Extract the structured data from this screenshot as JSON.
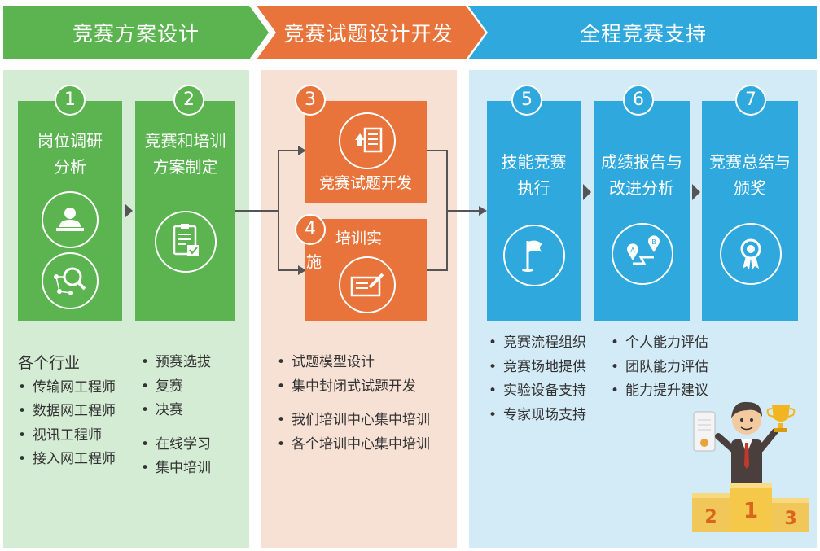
{
  "stages": [
    {
      "title": "竞赛方案设计",
      "color": "#5bb450"
    },
    {
      "title": "竞赛试题设计开发",
      "color": "#e8743b"
    },
    {
      "title": "全程竞赛支持",
      "color": "#2fa8de"
    }
  ],
  "panels": {
    "green_bg": "#d5ecd4",
    "orange_bg": "#f7e1d5",
    "blue_bg": "#d3ebf7"
  },
  "steps": [
    {
      "num": "1",
      "line1": "岗位调研",
      "line2": "分析",
      "icons": [
        "person-desk-icon",
        "magnifier-network-icon"
      ]
    },
    {
      "num": "2",
      "line1": "竞赛和培训",
      "line2": "方案制定",
      "icons": [
        "checklist-icon"
      ]
    },
    {
      "num": "3",
      "label": "竞赛试题开发",
      "icons": [
        "document-upload-icon"
      ]
    },
    {
      "num": "4",
      "line1": "培训实",
      "line2": "施",
      "icons": [
        "writing-icon"
      ]
    },
    {
      "num": "5",
      "line1": "技能竞赛",
      "line2": "执行",
      "icons": [
        "flag-icon"
      ]
    },
    {
      "num": "6",
      "line1": "成绩报告与",
      "line2": "改进分析",
      "icons": [
        "route-ab-icon"
      ]
    },
    {
      "num": "7",
      "line1": "竞赛总结与",
      "line2": "颁奖",
      "icons": [
        "medal-icon"
      ]
    }
  ],
  "lists": {
    "industries_heading": "各个行业",
    "industries": [
      "传输网工程师",
      "数据网工程师",
      "视讯工程师",
      "接入网工程师"
    ],
    "competition_rounds": [
      "预赛选拔",
      "复赛",
      "决赛"
    ],
    "training_modes": [
      "在线学习",
      "集中培训"
    ],
    "exam_dev": [
      "试题模型设计",
      "集中封闭式试题开发"
    ],
    "training_centers": [
      "我们培训中心集中培训",
      "各个培训中心集中培训"
    ],
    "support_services": [
      "竞赛流程组织",
      "竞赛场地提供",
      "实验设备支持",
      "专家现场支持"
    ],
    "evaluation": [
      "个人能力评估",
      "团队能力评估",
      "能力提升建议"
    ]
  },
  "podium": {
    "first": "1",
    "second": "2",
    "third": "3"
  }
}
